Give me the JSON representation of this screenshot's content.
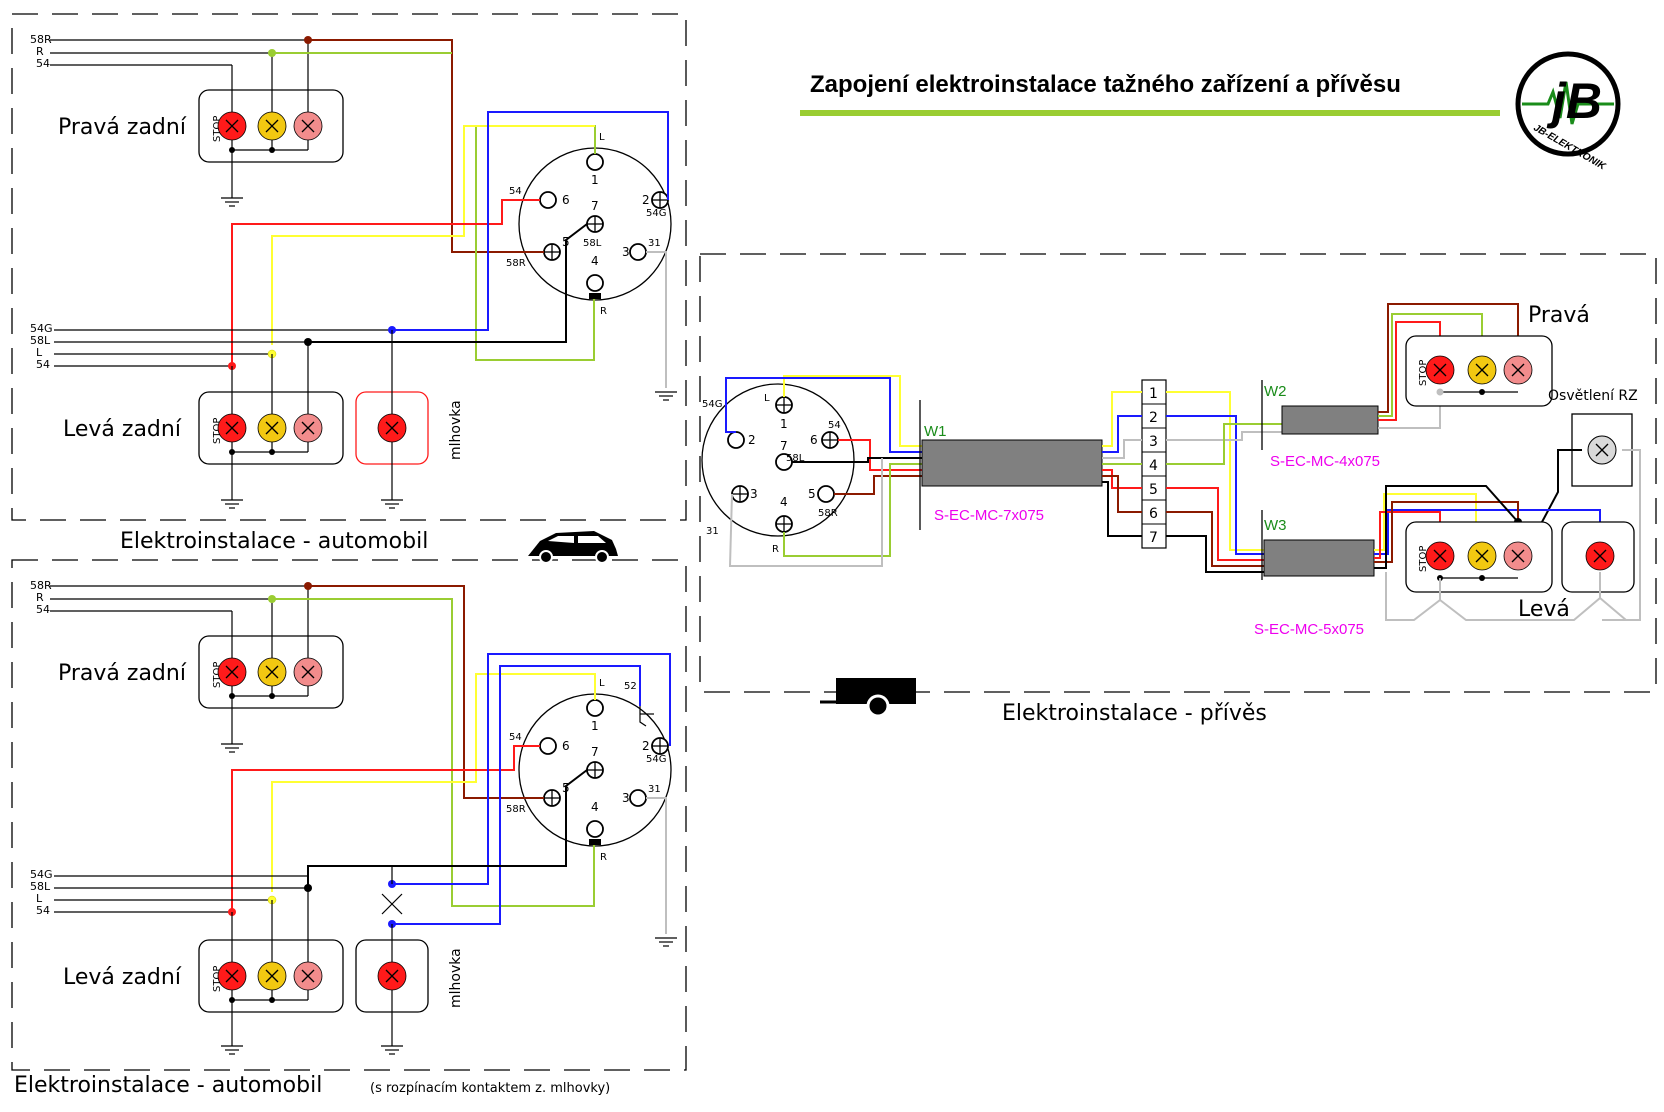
{
  "title": "Zapojení elektroinstalace tažného zařízení a přívěsu",
  "logo_text": "JB-ELEKTRONIK",
  "colors": {
    "brown": "#8B1A00",
    "green": "#9ACD32",
    "yellow": "#FFFF33",
    "red": "#FF1A1A",
    "blue": "#1A1AFF",
    "black": "#000000",
    "grey": "#BFBFBF",
    "cable": "#808080",
    "magenta": "#EE00EE",
    "label_green": "#1A8C1A"
  },
  "car1": {
    "caption": "Elektroinstalace - automobil",
    "right_label": "Pravá zadní",
    "left_label": "Levá zadní",
    "fog_label": "mlhovka",
    "stop": "STOP",
    "top_wires": [
      "58R",
      "R",
      "54"
    ],
    "bottom_wires": [
      "54G",
      "58L",
      "L",
      "54"
    ]
  },
  "car2": {
    "caption": "Elektroinstalace - automobil",
    "caption_note": "(s rozpínacím kontaktem z. mlhovky)",
    "right_label": "Pravá zadní",
    "left_label": "Levá zadní",
    "fog_label": "mlhovka",
    "stop": "STOP",
    "top_wires": [
      "58R",
      "R",
      "54"
    ],
    "bottom_wires": [
      "54G",
      "58L",
      "L",
      "54"
    ],
    "switch_label": "52"
  },
  "socket": {
    "pin_1": "1",
    "pin_2": "2",
    "pin_3": "3",
    "pin_4": "4",
    "pin_5": "5",
    "pin_6": "6",
    "pin_7": "7",
    "lbl_L": "L",
    "lbl_54": "54",
    "lbl_54G": "54G",
    "lbl_58L": "58L",
    "lbl_58R": "58R",
    "lbl_31": "31",
    "lbl_R": "R"
  },
  "trailer": {
    "caption": "Elektroinstalace - přívěs",
    "w1": "W1",
    "w2": "W2",
    "w3": "W3",
    "cable1": "S-EC-MC-7x075",
    "cable2": "S-EC-MC-4x075",
    "cable3": "S-EC-MC-5x075",
    "right_label": "Pravá",
    "left_label": "Levá",
    "plate_label": "Osvětlení RZ",
    "stop": "STOP",
    "terminals": [
      "1",
      "2",
      "3",
      "4",
      "5",
      "6",
      "7"
    ]
  }
}
